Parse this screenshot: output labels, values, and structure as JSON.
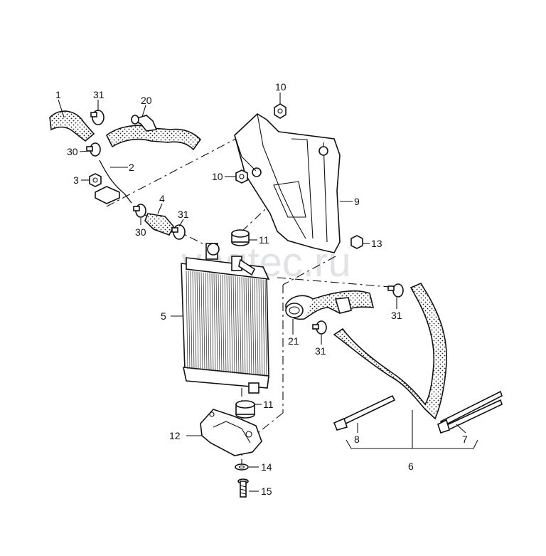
{
  "watermark": "vagtec.ru",
  "callouts": [
    {
      "id": "c1",
      "text": "1"
    },
    {
      "id": "c31a",
      "text": "31"
    },
    {
      "id": "c20",
      "text": "20"
    },
    {
      "id": "c30a",
      "text": "30"
    },
    {
      "id": "c2",
      "text": "2"
    },
    {
      "id": "c3",
      "text": "3"
    },
    {
      "id": "c4",
      "text": "4"
    },
    {
      "id": "c31b",
      "text": "31"
    },
    {
      "id": "c30b",
      "text": "30"
    },
    {
      "id": "c10a",
      "text": "10"
    },
    {
      "id": "c10b",
      "text": "10"
    },
    {
      "id": "c9",
      "text": "9"
    },
    {
      "id": "c11a",
      "text": "11"
    },
    {
      "id": "c13",
      "text": "13"
    },
    {
      "id": "c5",
      "text": "5"
    },
    {
      "id": "c31c",
      "text": "31"
    },
    {
      "id": "c21",
      "text": "21"
    },
    {
      "id": "c31d",
      "text": "31"
    },
    {
      "id": "c11b",
      "text": "11"
    },
    {
      "id": "c12",
      "text": "12"
    },
    {
      "id": "c8",
      "text": "8"
    },
    {
      "id": "c7",
      "text": "7"
    },
    {
      "id": "c6",
      "text": "6"
    },
    {
      "id": "c14",
      "text": "14"
    },
    {
      "id": "c15",
      "text": "15"
    }
  ],
  "icons": {
    "radiator": "radiator-icon",
    "bracket": "mounting-bracket-icon",
    "hose": "coolant-hose-icon",
    "clamp": "hose-clamp-icon",
    "nut": "nut-icon",
    "bolt": "bolt-icon",
    "tie": "cable-tie-icon"
  }
}
